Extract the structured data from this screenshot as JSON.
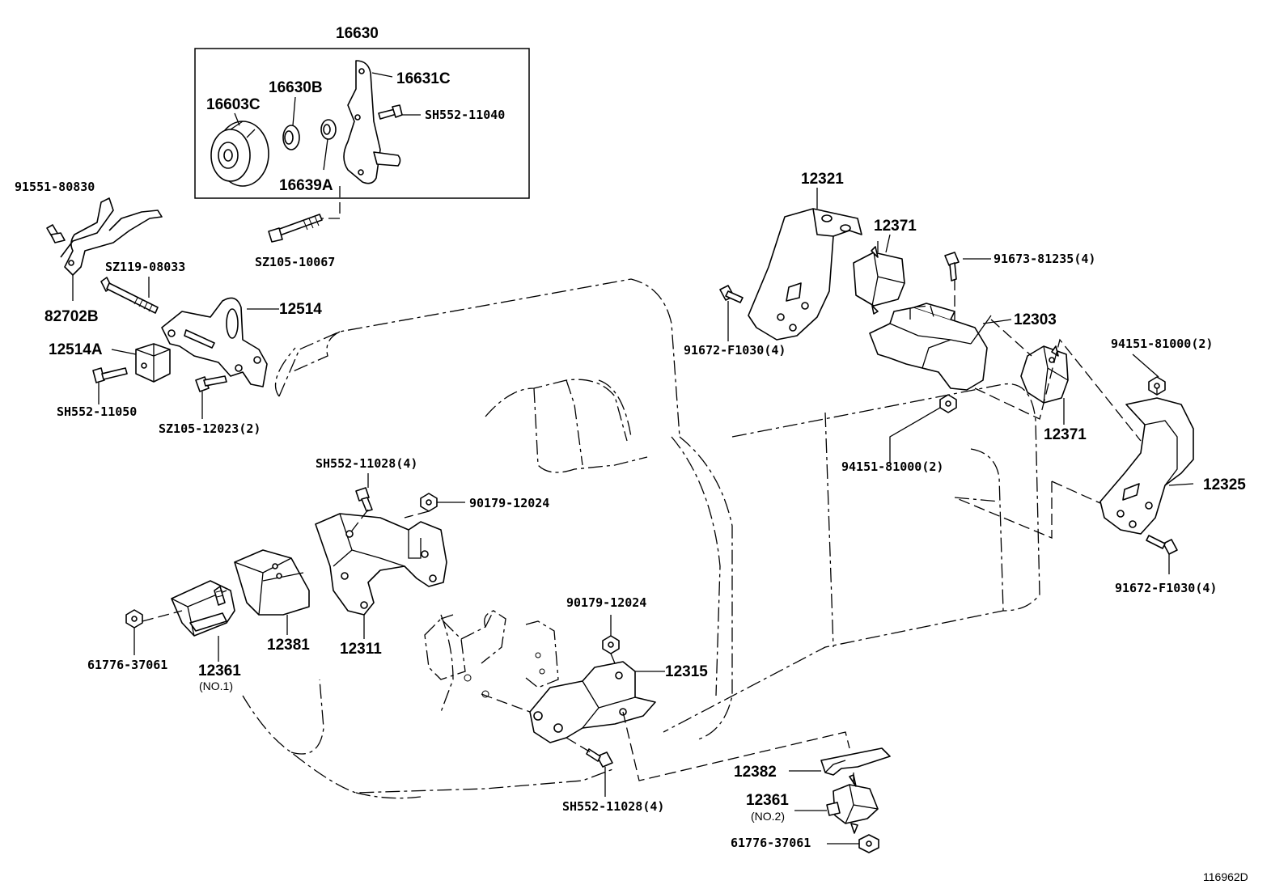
{
  "diagram": {
    "labels": [
      {
        "id": "p16630",
        "text": "16630"
      },
      {
        "id": "p16631C",
        "text": "16631C"
      },
      {
        "id": "p16630B",
        "text": "16630B"
      },
      {
        "id": "p16603C",
        "text": "16603C"
      },
      {
        "id": "pSH552_11040",
        "text": "SH552-11040"
      },
      {
        "id": "p16639A",
        "text": "16639A"
      },
      {
        "id": "p91551_80830",
        "text": "91551-80830"
      },
      {
        "id": "pSZ105_10067",
        "text": "SZ105-10067"
      },
      {
        "id": "pSZ119_08033",
        "text": "SZ119-08033"
      },
      {
        "id": "p82702B",
        "text": "82702B"
      },
      {
        "id": "p12514",
        "text": "12514"
      },
      {
        "id": "p12514A",
        "text": "12514A"
      },
      {
        "id": "pSH552_11050",
        "text": "SH552-11050"
      },
      {
        "id": "pSZ105_12023",
        "text": "SZ105-12023(2)"
      },
      {
        "id": "p12321",
        "text": "12321"
      },
      {
        "id": "p12371_top",
        "text": "12371"
      },
      {
        "id": "p91673_81235",
        "text": "91673-81235(4)"
      },
      {
        "id": "p12303",
        "text": "12303"
      },
      {
        "id": "p91672_F1030_a",
        "text": "91672-F1030(4)"
      },
      {
        "id": "p94151_81000_a",
        "text": "94151-81000(2)"
      },
      {
        "id": "p12371_right",
        "text": "12371"
      },
      {
        "id": "p94151_81000_b",
        "text": "94151-81000(2)"
      },
      {
        "id": "p12325",
        "text": "12325"
      },
      {
        "id": "p91672_F1030_b",
        "text": "91672-F1030(4)"
      },
      {
        "id": "pSH552_11028_a",
        "text": "SH552-11028(4)"
      },
      {
        "id": "p90179_12024_a",
        "text": "90179-12024"
      },
      {
        "id": "p90179_12024_b",
        "text": "90179-12024"
      },
      {
        "id": "p12315",
        "text": "12315"
      },
      {
        "id": "p12381",
        "text": "12381"
      },
      {
        "id": "p12311",
        "text": "12311"
      },
      {
        "id": "p61776_37061_a",
        "text": "61776-37061"
      },
      {
        "id": "p12361_no1",
        "text": "12361"
      },
      {
        "id": "pNO1",
        "text": "(NO.1)"
      },
      {
        "id": "p12382",
        "text": "12382"
      },
      {
        "id": "p12361_no2",
        "text": "12361"
      },
      {
        "id": "pNO2",
        "text": "(NO.2)"
      },
      {
        "id": "pSH552_11028_b",
        "text": "SH552-11028(4)"
      },
      {
        "id": "p61776_37061_b",
        "text": "61776-37061"
      },
      {
        "id": "pFigNo",
        "text": "116962D"
      }
    ]
  }
}
